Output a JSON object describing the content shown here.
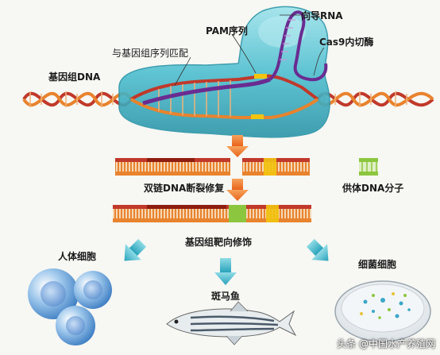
{
  "labels": {
    "guide_rna": "向导RNA",
    "pam": "PAM序列",
    "cas9": "Cas9内切酶",
    "genome_match": "与基因组序列匹配",
    "genomic_dna": "基因组DNA",
    "double_strand_break": "双链DNA断裂修复",
    "donor_dna": "供体DNA分子",
    "genome_editing": "基因组靶向修饰",
    "human_cells": "人体细胞",
    "zebrafish": "斑马鱼",
    "bacteria": "细菌细胞"
  },
  "watermark": "头条 @中国水产养殖网",
  "colors": {
    "dna_red": "#c0392b",
    "dna_orange": "#e8832e",
    "cas9_teal": "#4fbfd0",
    "rna_purple": "#6a2c91",
    "pam_yellow": "#f2c40f",
    "donor_green": "#8cc63f",
    "arrow_orange": "#f07a2a",
    "arrow_teal": "#3ab3c8"
  }
}
